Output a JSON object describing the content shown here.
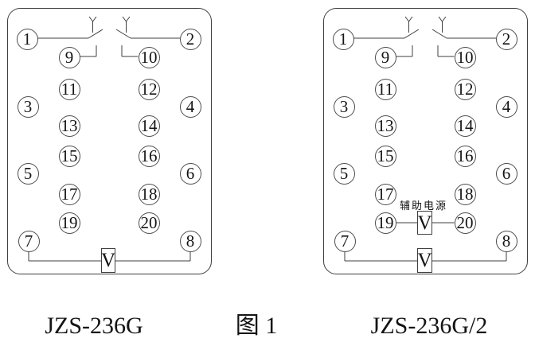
{
  "captions": {
    "left_model": "JZS-236G",
    "figure_number": "图 1",
    "right_model": "JZS-236G/2"
  },
  "left_diagram": {
    "model": "JZS-236G",
    "terminals": [
      "1",
      "2",
      "3",
      "4",
      "5",
      "6",
      "7",
      "8",
      "9",
      "10",
      "11",
      "12",
      "13",
      "14",
      "15",
      "16",
      "17",
      "18",
      "19",
      "20"
    ],
    "voltmeter_label": "V"
  },
  "right_diagram": {
    "model": "JZS-236G/2",
    "terminals": [
      "1",
      "2",
      "3",
      "4",
      "5",
      "6",
      "7",
      "8",
      "9",
      "10",
      "11",
      "12",
      "13",
      "14",
      "15",
      "16",
      "17",
      "18",
      "19",
      "20"
    ],
    "aux_power_label": "辅助电源",
    "aux_voltmeter_label": "V",
    "voltmeter_label": "V"
  },
  "colors": {
    "line": "#3f3f3f",
    "text": "#141414",
    "background": "#ffffff"
  }
}
